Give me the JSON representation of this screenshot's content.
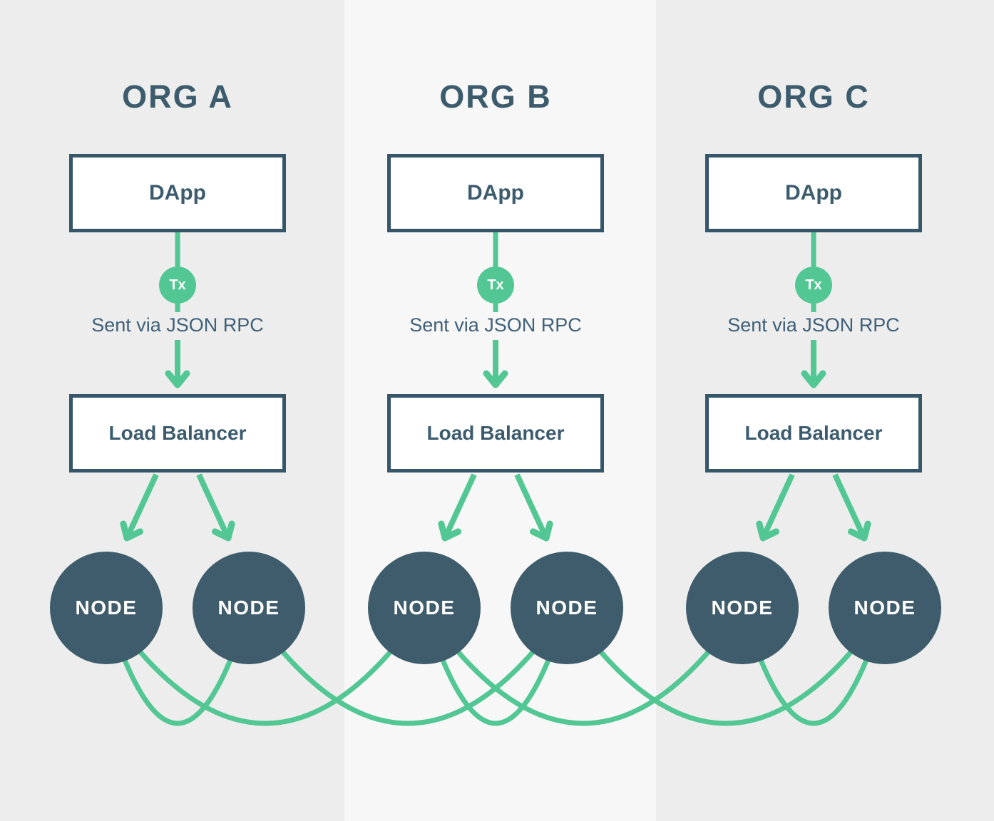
{
  "page": {
    "band_colors": {
      "left": "#ecedec",
      "middle": "#f7f7f7",
      "right": "#ecedec"
    },
    "accent_green": "#52c794",
    "dark_slate": "#3c5c6e",
    "node_fill": "#3e5c6b",
    "box_background": "#ffffff"
  },
  "orgs": [
    {
      "title": "ORG A",
      "dapp_label": "DApp",
      "tx_badge": "Tx",
      "rpc_label": "Sent via JSON RPC",
      "load_balancer_label": "Load Balancer",
      "nodes": [
        {
          "label": "NODE"
        },
        {
          "label": "NODE"
        }
      ]
    },
    {
      "title": "ORG B",
      "dapp_label": "DApp",
      "tx_badge": "Tx",
      "rpc_label": "Sent via JSON RPC",
      "load_balancer_label": "Load Balancer",
      "nodes": [
        {
          "label": "NODE"
        },
        {
          "label": "NODE"
        }
      ]
    },
    {
      "title": "ORG C",
      "dapp_label": "DApp",
      "tx_badge": "Tx",
      "rpc_label": "Sent via JSON RPC",
      "load_balancer_label": "Load Balancer",
      "nodes": [
        {
          "label": "NODE"
        },
        {
          "label": "NODE"
        }
      ]
    }
  ],
  "flow": {
    "dapp_to_load_balancer": "Transaction (Tx) sent via JSON RPC from DApp to Load Balancer",
    "load_balancer_to_nodes": "Load Balancer distributes to two nodes per org"
  },
  "node_mesh_connections": [
    [
      1,
      2
    ],
    [
      1,
      3
    ],
    [
      2,
      4
    ],
    [
      3,
      4
    ],
    [
      3,
      5
    ],
    [
      4,
      6
    ],
    [
      5,
      6
    ]
  ]
}
